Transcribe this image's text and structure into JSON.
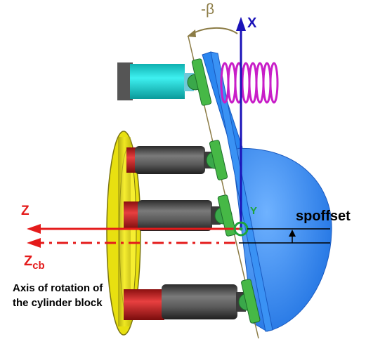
{
  "labels": {
    "x_axis": "X",
    "beta": "-β",
    "z_axis": "Z",
    "zcb_main": "Z",
    "zcb_sub": "cb",
    "y_axis": "Y",
    "spoffset": "spoffset",
    "axis_caption": "Axis of rotation of the cylinder block"
  },
  "colors": {
    "swashplate": "#2a86f0",
    "piston_body": "#4a4a4a",
    "piston_red": "#d42a2a",
    "cylinder_block_ring": "#e8e010",
    "piston_shoe": "#46b846",
    "actuator": "#1fd6d6",
    "spring": "#c81ec8",
    "x_axis": "#1a12b8",
    "z_axis": "#e41b1b",
    "y_axis": "#1ea43c",
    "beta_arc": "#8c7c46"
  }
}
